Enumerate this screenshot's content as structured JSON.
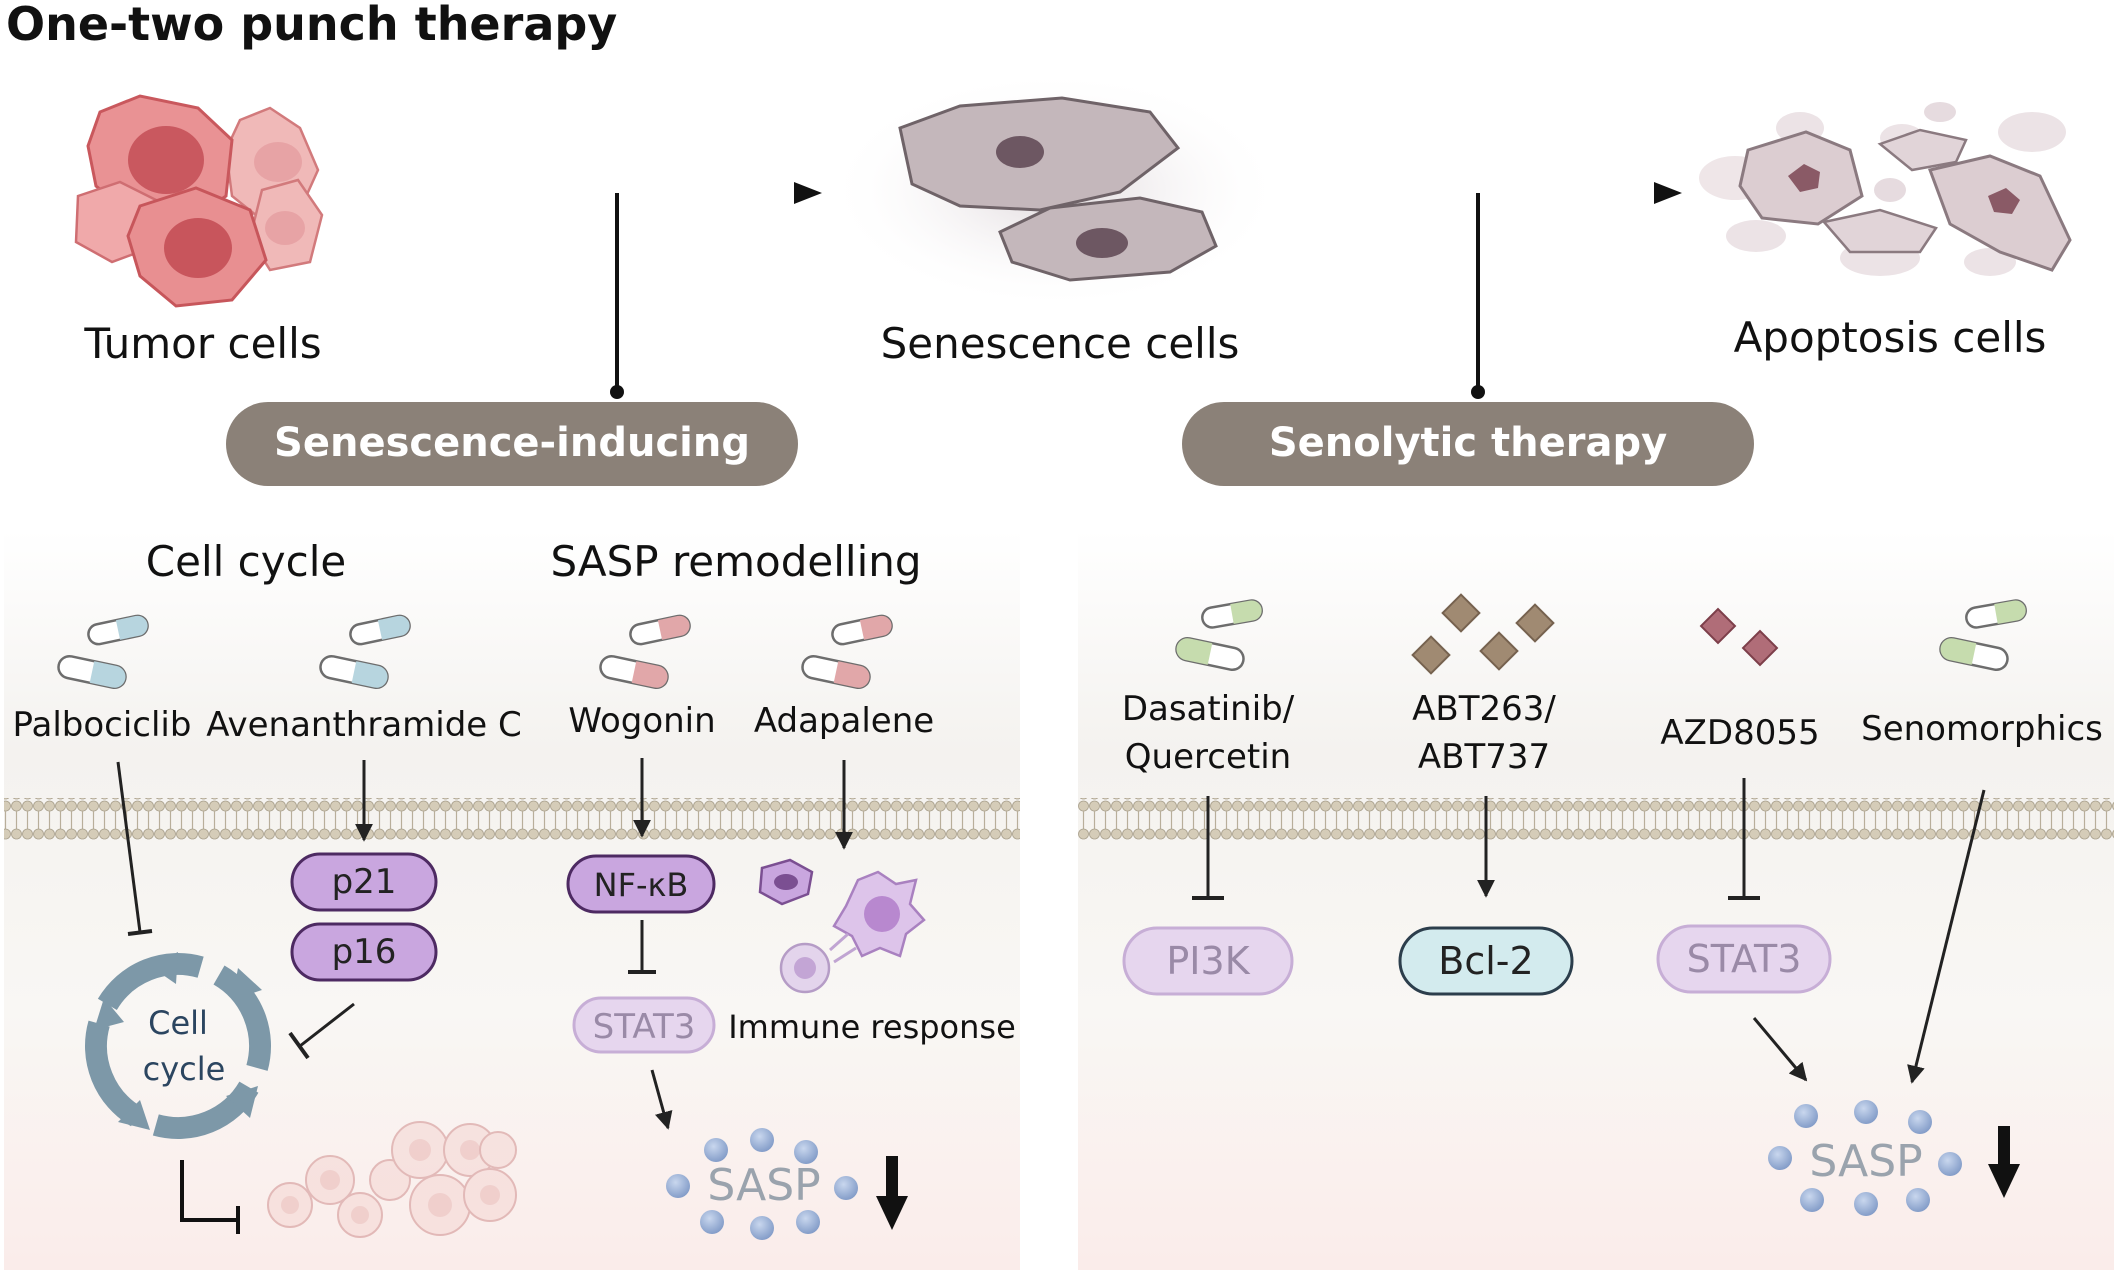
{
  "title": "One-two punch therapy",
  "stages": {
    "tumor": "Tumor cells",
    "senescence": "Senescence cells",
    "apoptosis": "Apoptosis cells"
  },
  "phases": {
    "inducing": "Senescence-inducing",
    "senolytic": "Senolytic therapy"
  },
  "left_panel": {
    "cell_cycle_heading": "Cell cycle",
    "sasp_heading": "SASP remodelling",
    "drugs": {
      "palbociclib": "Palbociclib",
      "avenanthramide": "Avenanthramide C",
      "wogonin": "Wogonin",
      "adapalene": "Adapalene"
    },
    "targets": {
      "p21": "p21",
      "p16": "p16",
      "nfkb": "NF-κB",
      "stat3": "STAT3"
    },
    "cycle_line1": "Cell",
    "cycle_line2": "cycle",
    "immune": "Immune response",
    "sasp": "SASP"
  },
  "right_panel": {
    "drugs": {
      "dasatinib_1": "Dasatinib/",
      "dasatinib_2": "Quercetin",
      "abt_1": "ABT263/",
      "abt_2": "ABT737",
      "azd": "AZD8055",
      "senomorphics": "Senomorphics"
    },
    "targets": {
      "pi3k": "PI3K",
      "bcl2": "Bcl-2",
      "stat3": "STAT3"
    },
    "sasp": "SASP"
  },
  "colors": {
    "phase_pill": "#8b8178",
    "purple_pill": "#c9a6df",
    "light_purple_pill": "#e6d6ee",
    "teal_pill": "#d3ebee",
    "membrane": "#c9bfa9",
    "tumor_cell": "#d9767a",
    "senescent_cell": "#b5a6ab",
    "cycle_arrow": "#7d98a8",
    "sasp_dot": "#8fa8d0"
  },
  "icons": {
    "down_arrow": "bold-down-arrow",
    "pill": "capsule-icon",
    "tablet": "tablet-icon",
    "cycle": "circular-arrows-icon"
  }
}
